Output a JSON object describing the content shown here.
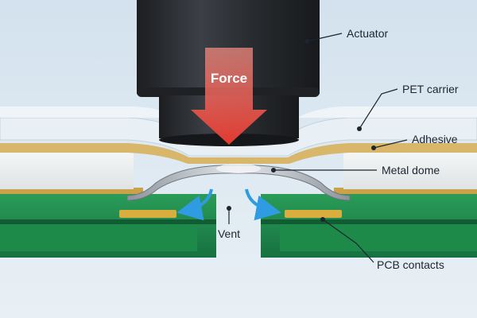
{
  "labels": {
    "force": "Force",
    "actuator": "Actuator",
    "pet_carrier": "PET carrier",
    "adhesive": "Adhesive",
    "metal_dome": "Metal dome",
    "vent": "Vent",
    "pcb_contacts": "PCB contacts"
  },
  "colors": {
    "background": "#dfeaf2",
    "actuator": "#2a2d31",
    "pet_carrier": "#e9f1f6",
    "adhesive": "#d8b66a",
    "spacer": "#eef0f0",
    "pcb": "#1f8a4c",
    "contact_gold": "#d9ae3e",
    "dome": "#b8bec4",
    "force_arrow": "#e8453c",
    "vent_arrow": "#2f9be0"
  }
}
